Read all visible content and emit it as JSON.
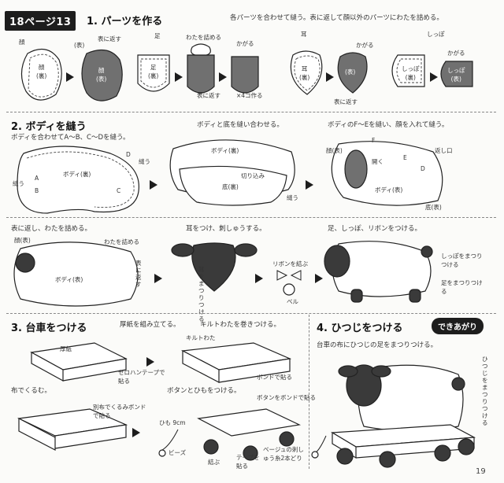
{
  "header": {
    "tag": "18ページ13"
  },
  "step1": {
    "title": "1. パーツを作る",
    "note": "各パーツを合わせて縫う。表に返して顔以外のパーツにわたを詰める。",
    "face_label": "顔",
    "face_part": "顔\n(裏)",
    "face_turn": "表に返す",
    "face_front": "顔\n(表)",
    "omote": "(表)",
    "leg_label": "足",
    "leg_part": "足\n(裏)",
    "stuff": "わたを詰める",
    "kagaru": "かがる",
    "turn": "表に返す",
    "make4": "×4コ作る",
    "ear_label": "耳",
    "ear_part": "耳\n(裏)",
    "ear_turn": "表に返す",
    "tail_label": "しっぽ",
    "tail_part": "しっぽ\n(裏)",
    "tail_front": "しっぽ\n(表)"
  },
  "step2": {
    "title": "2. ボディを縫う",
    "note_a": "ボディを合わせてA～B、C～Dを縫う。",
    "note_b": "ボディと底を縫い合わせる。",
    "note_c": "ボディのF～Eを縫い、顔を入れて縫う。",
    "body": "ボディ(裏)",
    "nuu": "縫う",
    "cut": "切り込み",
    "bottom": "底(裏)",
    "open": "開く",
    "return_opening": "返し口",
    "body_front": "ボディ(表)",
    "face_front": "顔(表)",
    "bottom_front": "底(表)",
    "a": "A",
    "b": "B",
    "c": "C",
    "d": "D",
    "e": "E",
    "f": "F",
    "turn_stuff": "表に返し、わたを詰める。",
    "stuff": "わたを詰める",
    "turn_side": "表に返す",
    "ear_note": "耳をつけ、刺しゅうする。",
    "ear_attach": "耳をまつりつける",
    "ribbon": "リボンを結ぶ",
    "bell": "ベル",
    "finish_note": "足、しっぽ、リボンをつける。",
    "tail_attach": "しっぽをまつりつける",
    "leg_attach": "足をまつりつける"
  },
  "step3": {
    "title": "3. 台車をつける",
    "note_a": "厚紙を組み立てる。",
    "board": "厚紙",
    "tape": "セロハンテープで貼る",
    "note_b": "キルトわたを巻きつける。",
    "quilt": "キルトわた",
    "bond": "ボンドで貼る",
    "note_c": "布でくるむ。",
    "cloth": "別布でくるみボンドで貼る",
    "note_d": "ボタンとひもをつける。",
    "button_bond": "ボタンをボンドで貼る",
    "string": "ひも 9cm",
    "beads": "ビーズ",
    "tie": "結ぶ",
    "tape2": "テープを貼る",
    "embroidery": "ベージュの刺しゅう糸2本どり"
  },
  "step4": {
    "title": "4. ひつじをつける",
    "badge": "できあがり",
    "note": "台車の布にひつじの足をまつりつける。",
    "attach": "ひつじをまつりつける"
  },
  "page_number": "19"
}
